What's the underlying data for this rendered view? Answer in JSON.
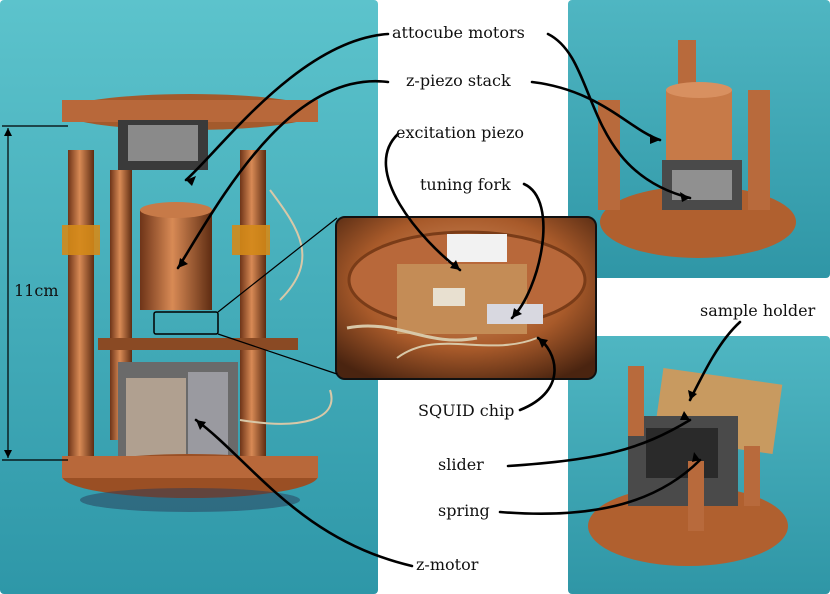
{
  "labels": {
    "attocube_motors": "attocube motors",
    "z_piezo_stack": "z-piezo stack",
    "excitation_piezo": "excitation piezo",
    "tuning_fork": "tuning fork",
    "squid_chip": "SQUID chip",
    "slider": "slider",
    "spring": "spring",
    "z_motor": "z-motor",
    "sample_holder": "sample holder",
    "height": "11cm"
  },
  "colors": {
    "photo_background": "#3fa8b8",
    "copper": "#b8683a",
    "annotation_line": "#000000"
  }
}
